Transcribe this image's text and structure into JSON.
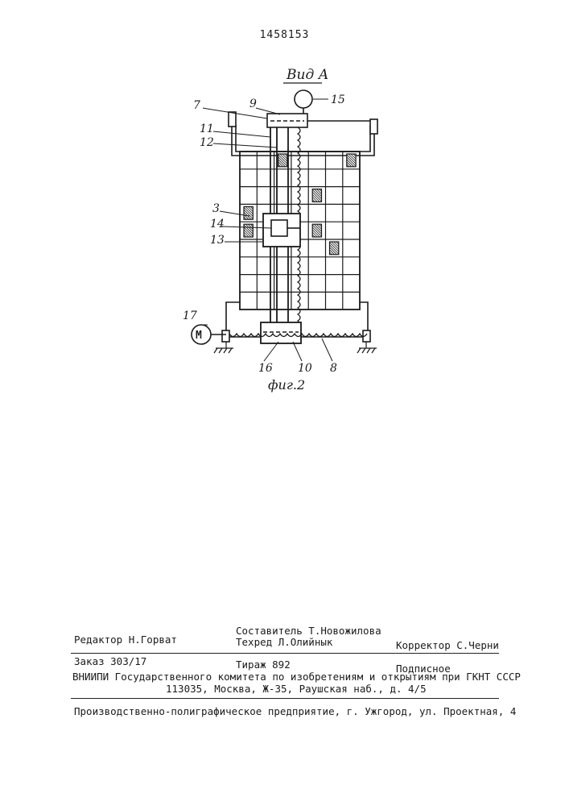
{
  "patent_number": "1458153",
  "view_label": "Вид А",
  "figure_caption": "фиг.2",
  "callouts": {
    "c3": "3",
    "c7": "7",
    "c8": "8",
    "c9": "9",
    "c10": "10",
    "c11": "11",
    "c12": "12",
    "c13": "13",
    "c14": "14",
    "c15": "15",
    "c16": "16",
    "c17": "17"
  },
  "motor_symbol": "М",
  "colophon": {
    "editor": "Редактор Н.Горват",
    "compiler": "Составитель Т.Новожилова",
    "techred": "Техред  Л.Олийнык",
    "corrector": "Корректор С.Черни",
    "order": "Заказ 303/17",
    "circulation": "Тираж 892",
    "subscription": "Подписное",
    "vniipi": "ВНИИПИ Государственного комитета по изобретениям и открытиям при ГКНТ СССР",
    "address": "113035, Москва, Ж-35, Раушская наб., д. 4/5",
    "printer": "Производственно-полиграфическое предприятие, г. Ужгород, ул. Проектная, 4"
  },
  "colors": {
    "ink": "#1a1a1a",
    "paper": "#ffffff"
  }
}
